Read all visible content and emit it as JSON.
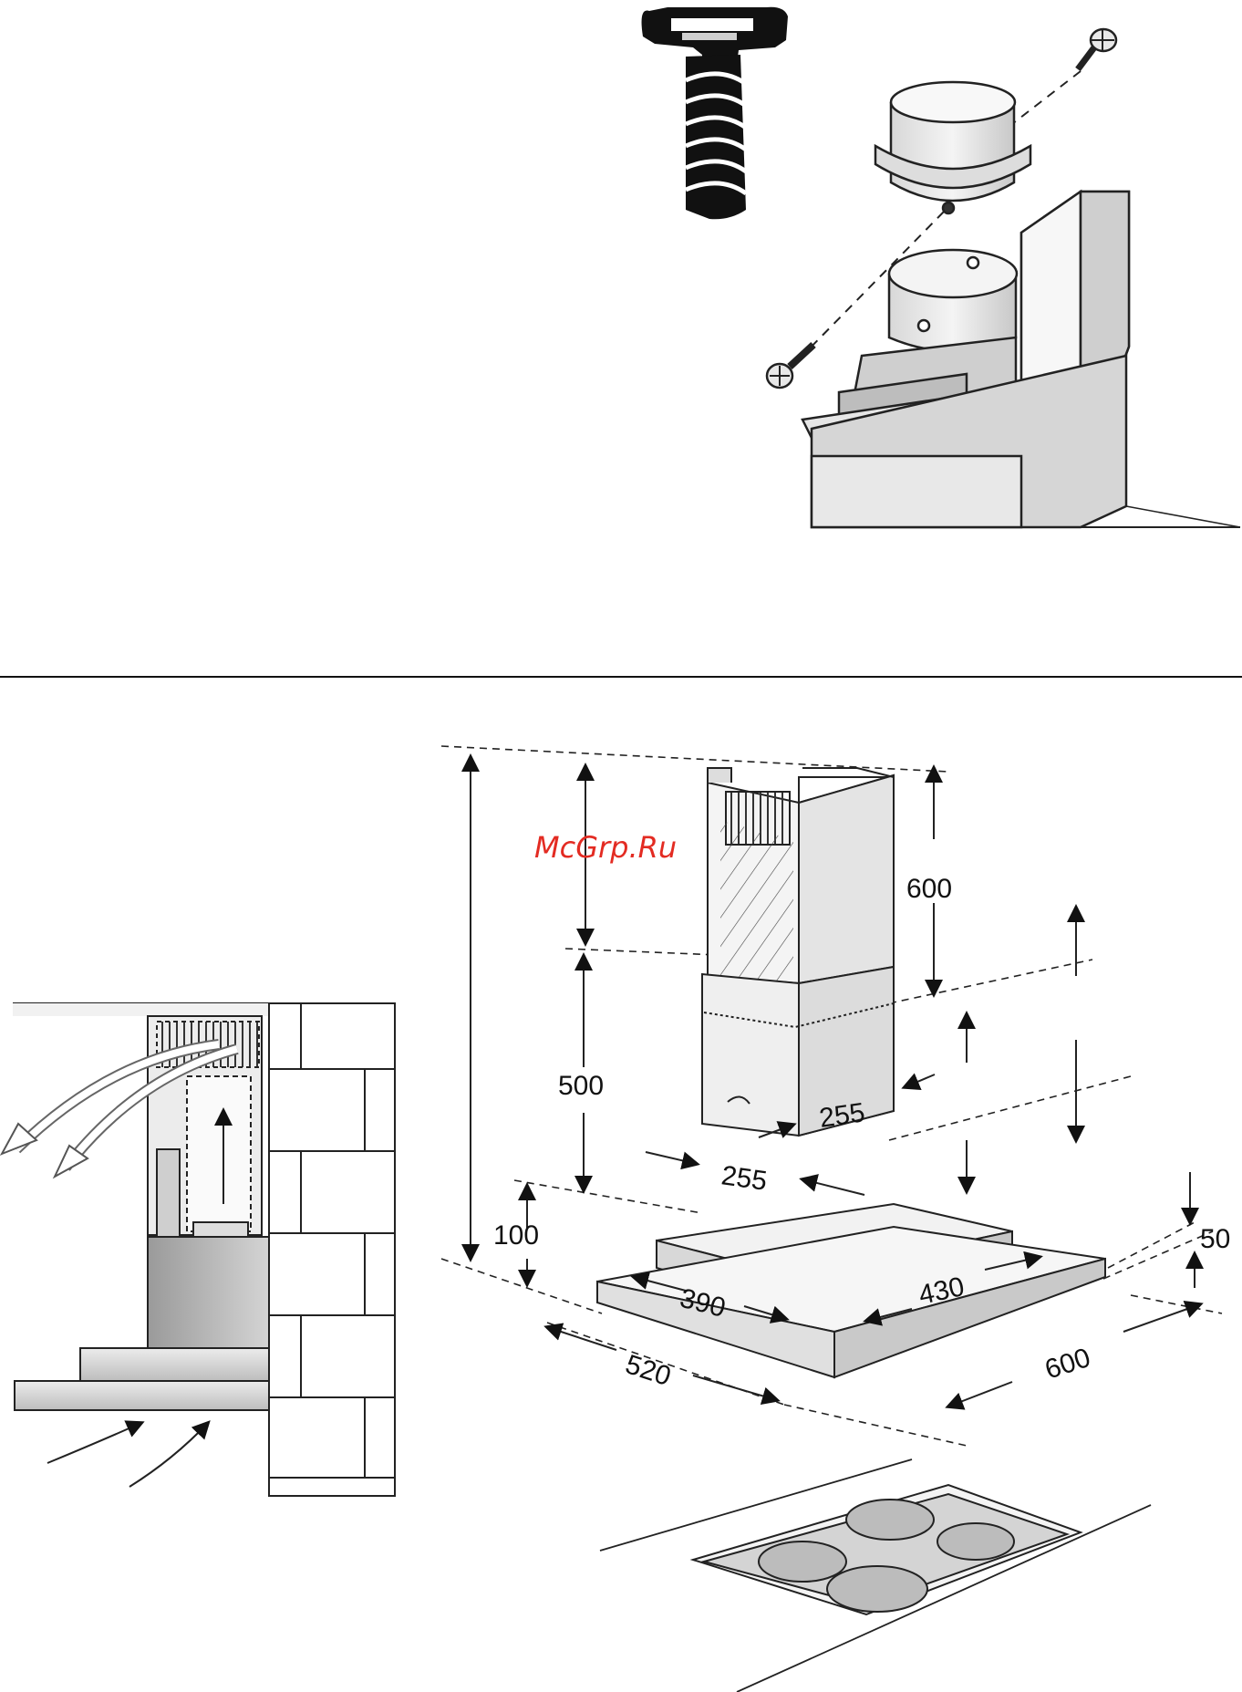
{
  "watermark": "McGrp.Ru",
  "dimensions": {
    "chimney_upper": "600",
    "chimney_lower": "500",
    "hood_offset": "100",
    "chimney_width_side": "255",
    "chimney_width_front": "255",
    "canopy_thickness": "50",
    "inner_width": "390",
    "inner_depth": "430",
    "outer_width": "520",
    "outer_depth": "600"
  }
}
